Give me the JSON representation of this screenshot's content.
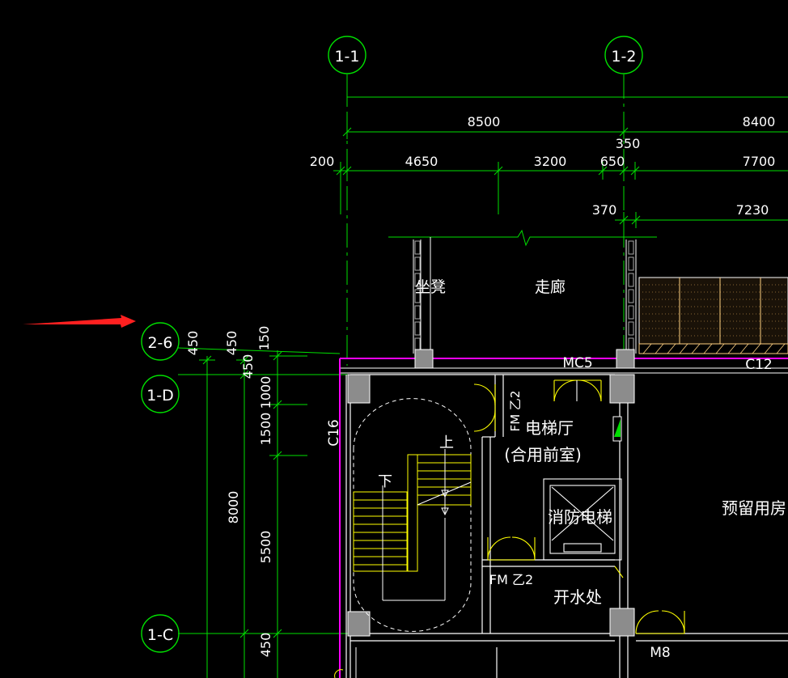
{
  "grid_bubbles": {
    "g_1_1": "1-1",
    "g_1_2": "1-2",
    "g_2_6": "2-6",
    "g_1_d": "1-D",
    "g_1_c": "1-C"
  },
  "dimensions": {
    "d_8500": "8500",
    "d_8400": "8400",
    "d_350": "350",
    "d_200": "200",
    "d_4650": "4650",
    "d_3200": "3200",
    "d_650": "650",
    "d_7700": "7700",
    "d_370": "370",
    "d_7230": "7230",
    "v_450a": "450",
    "v_450b": "450",
    "v_150": "150",
    "v_450c": "450",
    "v_1000": "1000",
    "v_1500": "1500",
    "v_8000": "8000",
    "v_5500": "5500",
    "v_450d": "450"
  },
  "labels": {
    "seat": "坐凳",
    "corridor": "走廊",
    "mc5": "MC5",
    "c12": "C12",
    "c16": "C16",
    "fm_z2_top": "FM 乙2",
    "elevator_hall": "电梯厅",
    "shared_anteroom": "(合用前室)",
    "up": "上",
    "down": "下",
    "fire_elevator": "消防电梯",
    "reserved_room": "预留用房",
    "fm_z2_bottom": "FM 乙2",
    "water_room": "开水处",
    "m8": "M8"
  },
  "colors": {
    "background": "#000000",
    "grid_line": "#00e000",
    "wall": "#ffffff",
    "door": "#ffff00",
    "window_frame": "#ff00ff",
    "column": "#909090",
    "arrow": "#ff2020",
    "hatch": "#ffd080"
  }
}
